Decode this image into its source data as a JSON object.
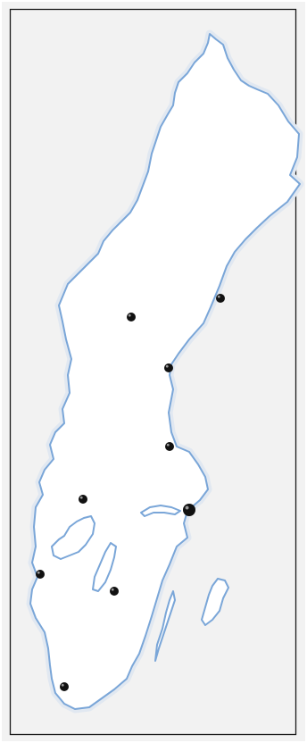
{
  "map": {
    "colors": {
      "background": "#f2f2f2",
      "land": "#ffffff",
      "coastline": "#7aa6d8",
      "coast_halo": "#e1e8f1",
      "frame": "#1a1a1a",
      "marker": "#111111",
      "marker_highlight": "#9a9a9a"
    },
    "marker_count": 9,
    "markers": [
      {
        "kind": "town",
        "size": "normal"
      },
      {
        "kind": "town",
        "size": "normal"
      },
      {
        "kind": "town",
        "size": "normal"
      },
      {
        "kind": "town",
        "size": "normal"
      },
      {
        "kind": "town",
        "size": "normal"
      },
      {
        "kind": "capital",
        "size": "large"
      },
      {
        "kind": "town",
        "size": "normal"
      },
      {
        "kind": "town",
        "size": "normal"
      },
      {
        "kind": "town",
        "size": "normal"
      }
    ]
  }
}
